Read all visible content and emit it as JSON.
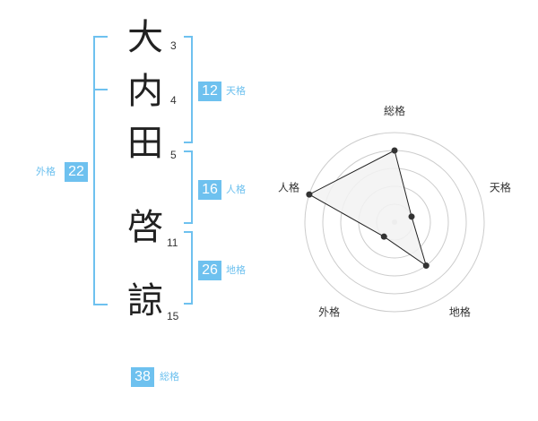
{
  "name": {
    "characters": [
      {
        "char": "大",
        "strokes": "3"
      },
      {
        "char": "内",
        "strokes": "4"
      },
      {
        "char": "田",
        "strokes": "5"
      },
      {
        "char": "啓",
        "strokes": "11"
      },
      {
        "char": "諒",
        "strokes": "15"
      }
    ]
  },
  "fortune": {
    "tenkaku": {
      "value": "12",
      "label": "天格"
    },
    "jinkaku": {
      "value": "16",
      "label": "人格"
    },
    "chikaku": {
      "value": "26",
      "label": "地格"
    },
    "gaikaku": {
      "value": "22",
      "label": "外格"
    },
    "soukaku": {
      "value": "38",
      "label": "総格"
    }
  },
  "chart_data": {
    "type": "radar",
    "axes": [
      "総格",
      "天格",
      "地格",
      "外格",
      "人格"
    ],
    "values": [
      4,
      1,
      3,
      1,
      5
    ],
    "max": 5,
    "rings": 5
  },
  "colors": {
    "accent": "#6ec1ef",
    "polygon_fill": "#f2f2f2",
    "ring": "#cccccc",
    "text": "#222222"
  }
}
